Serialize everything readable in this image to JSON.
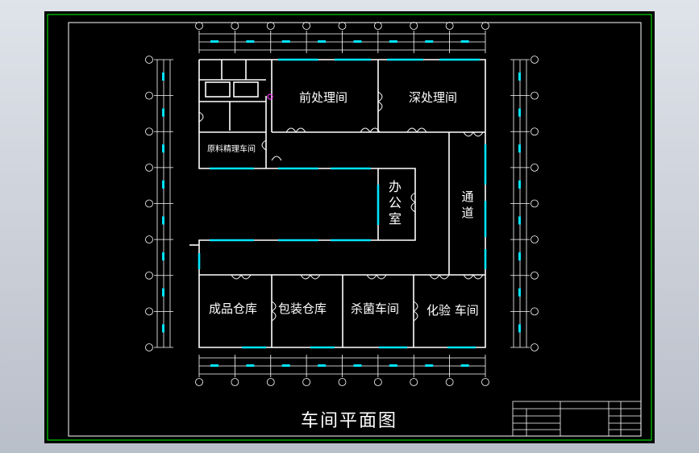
{
  "drawing": {
    "title": "车间平面图",
    "rooms": {
      "pre_treatment": "前处理间",
      "deep_treatment": "深处理间",
      "raw_material": "原料精理车间",
      "office": "办公室",
      "corridor": "通道",
      "finished_goods": "成品仓库",
      "packaging": "包装仓库",
      "sterilization": "杀菌车间",
      "lab": "化验 车间"
    },
    "axis_top_count": 9,
    "axis_side_count": 9
  },
  "colors": {
    "background": "#000000",
    "frame": "#ffffff",
    "sheet_border": "#00ff00",
    "windows": "#00e5ff",
    "door_mark": "#ff33ff"
  }
}
